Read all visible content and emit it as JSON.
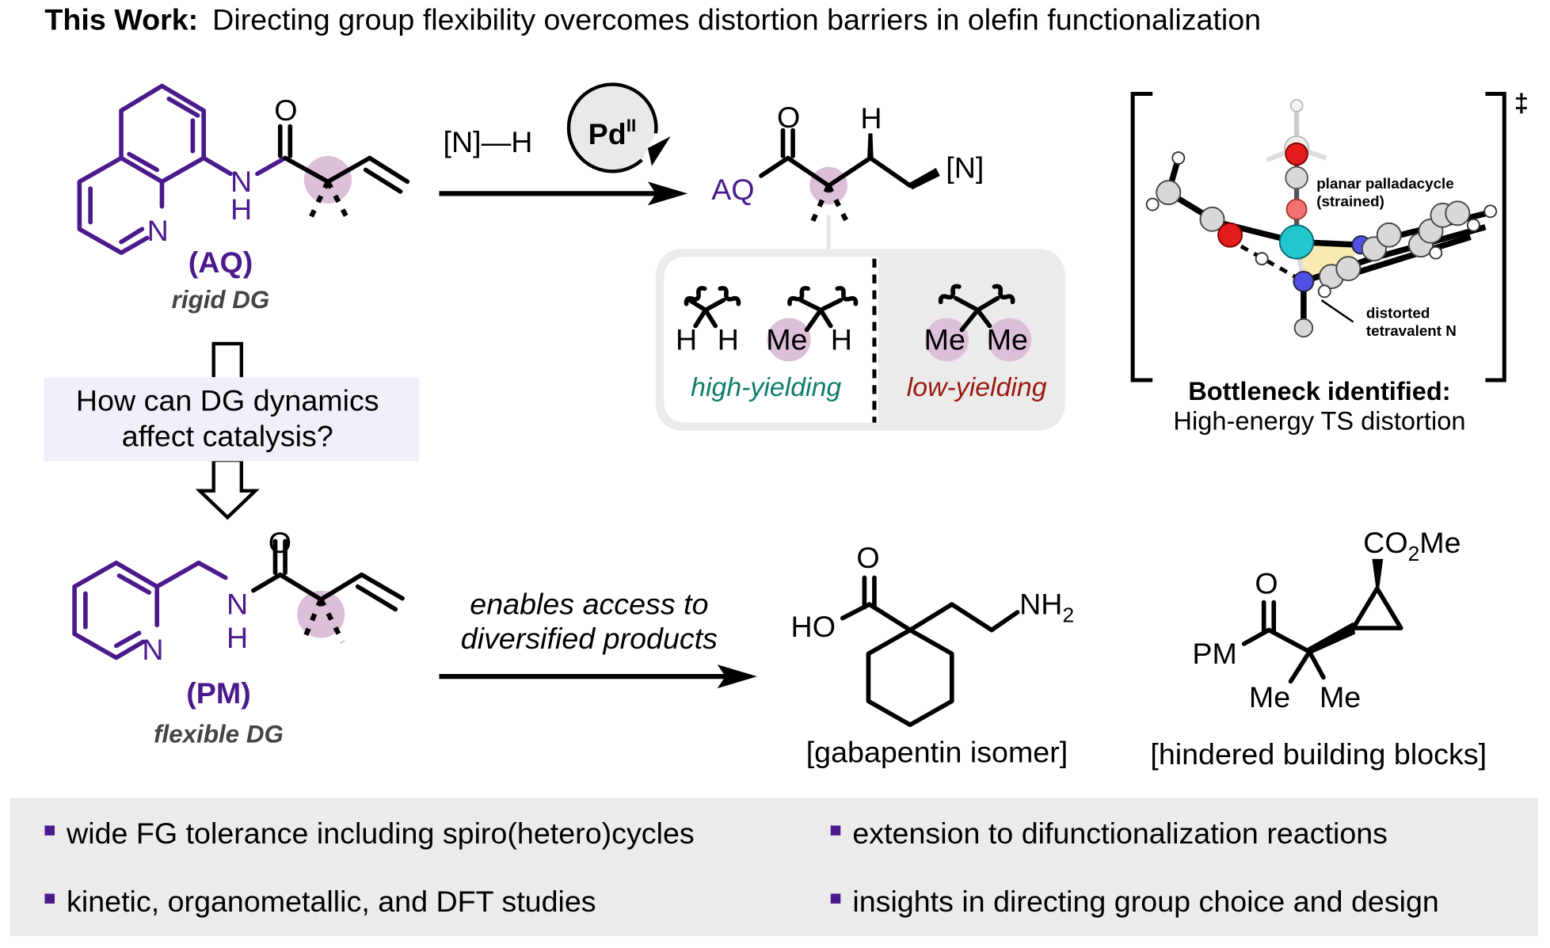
{
  "title": {
    "bold": "This Work:",
    "text": "Directing group flexibility overcomes distortion barriers in olefin functionalization"
  },
  "colors": {
    "dg_purple": "#4a1a8c",
    "highlight": "#dcbfd9",
    "high_yield": "#0f7c6c",
    "low_yield": "#9a1a10",
    "question_bg": "#f1f0fa",
    "banner_bg": "#ebebeb",
    "panel_gray": "#ebebeb"
  },
  "top_left": {
    "atoms": {
      "O": "O",
      "N_ring": "N",
      "NH_N": "N",
      "NH_H": "H"
    },
    "label": "(AQ)",
    "sublabel": "rigid DG"
  },
  "question": {
    "line1": "How can DG dynamics",
    "line2": "affect catalysis?"
  },
  "reaction_top": {
    "reagent": "[N]—H",
    "catalyst": "Pd",
    "catalyst_ox": "II",
    "product": {
      "dg": "AQ",
      "O": "O",
      "H": "H",
      "N": "[N]"
    }
  },
  "substituent_panel": {
    "groups": [
      {
        "left": "H",
        "right": "H"
      },
      {
        "left": "Me",
        "right": "H"
      },
      {
        "left": "Me",
        "right": "Me"
      }
    ],
    "high_label": "high-yielding",
    "low_label": "low-yielding"
  },
  "ts_panel": {
    "dagger": "‡",
    "label_planar_1": "planar palladacycle",
    "label_planar_2": "(strained)",
    "label_distorted_1": "distorted",
    "label_distorted_2": "tetravalent N",
    "caption_bold": "Bottleneck identified:",
    "caption": "High-energy TS distortion"
  },
  "bottom_left": {
    "atoms": {
      "O": "O",
      "N_ring": "N",
      "NH_N": "N",
      "NH_H": "H"
    },
    "label": "(PM)",
    "sublabel": "flexible DG"
  },
  "reaction_bottom": {
    "line1": "enables access to",
    "line2": "diversified products"
  },
  "products": {
    "gabapentin": {
      "O": "O",
      "HO": "HO",
      "NH": "NH",
      "NH_sub": "2",
      "caption": "[gabapentin isomer]"
    },
    "hindered": {
      "O": "O",
      "PM": "PM",
      "CO": "CO",
      "CO_sub": "2",
      "CO_rest": "Me",
      "Me1": "Me",
      "Me2": "Me",
      "caption": "[hindered building blocks]"
    }
  },
  "banner": {
    "items": [
      "wide FG tolerance including spiro(hetero)cycles",
      "extension to difunctionalization reactions",
      "kinetic, organometallic, and DFT studies",
      "insights in directing group choice and design"
    ]
  }
}
